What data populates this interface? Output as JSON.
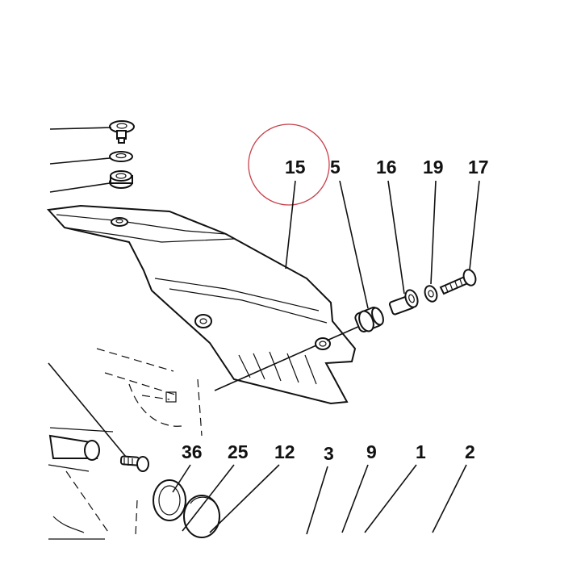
{
  "callouts": {
    "c15": "15",
    "c5": "5",
    "c16": "16",
    "c19": "19",
    "c17": "17",
    "c36": "36",
    "c25": "25",
    "c12": "12",
    "c3": "3",
    "c9": "9",
    "c1": "1",
    "c2": "2"
  },
  "highlight_color": "#c8404b"
}
